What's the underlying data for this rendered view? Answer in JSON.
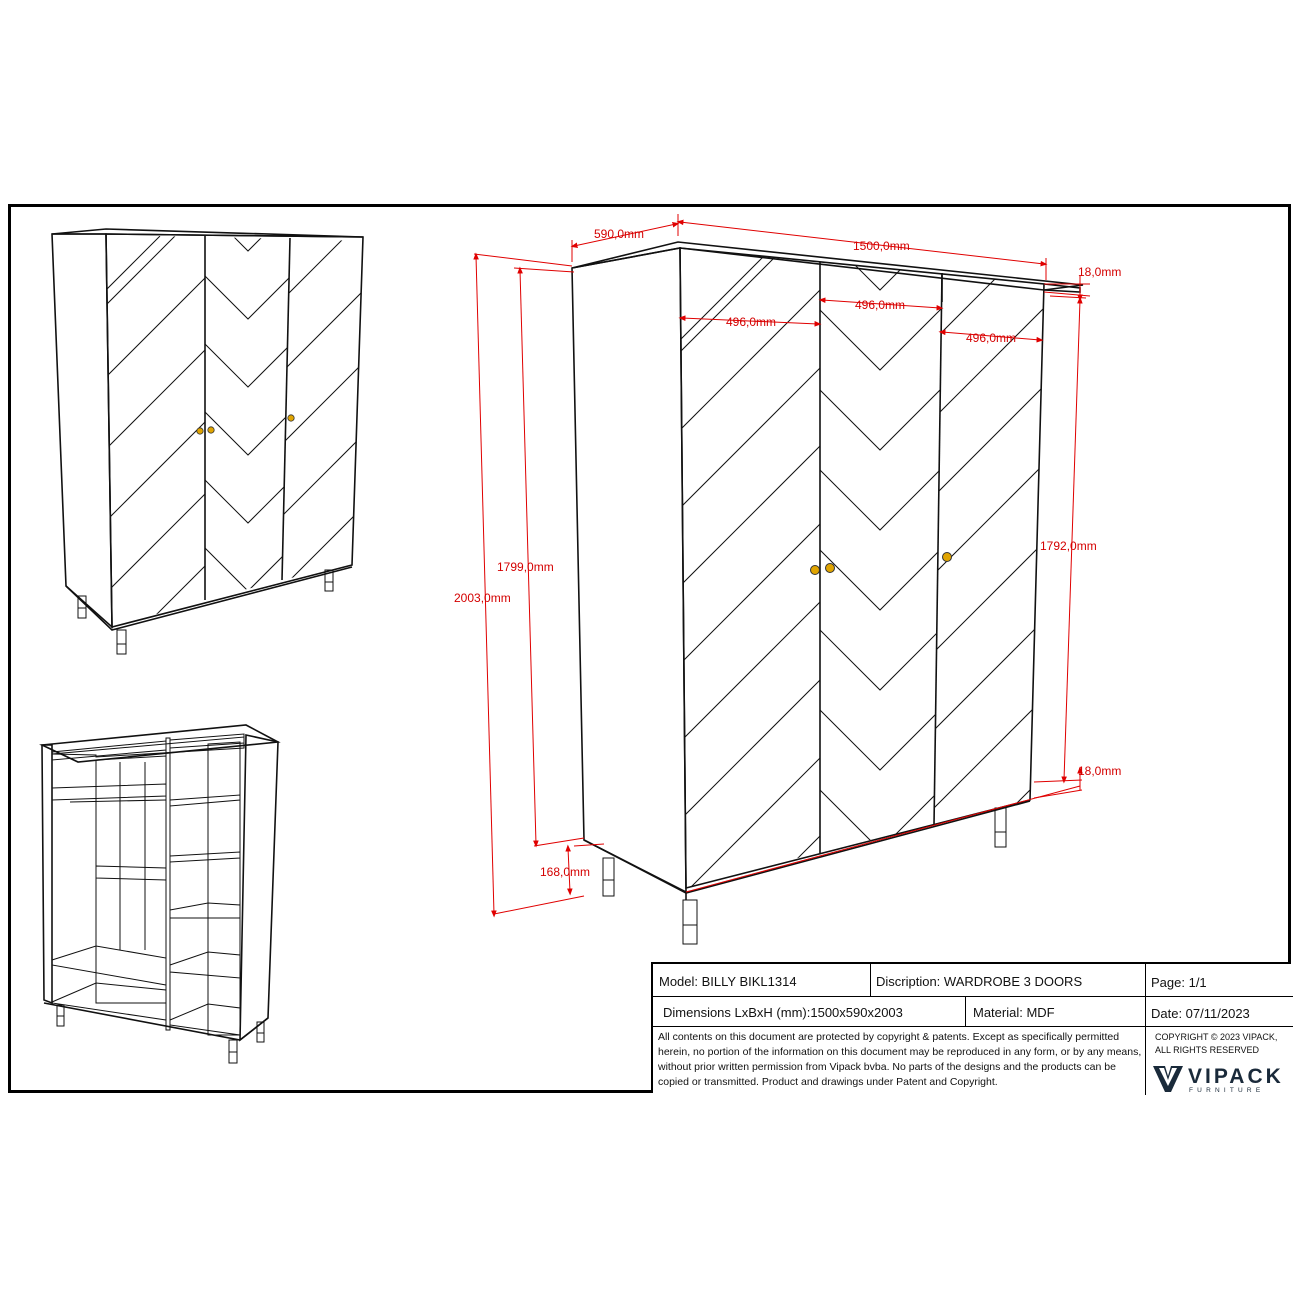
{
  "dimensions": {
    "depth": "590,0mm",
    "width": "1500,0mm",
    "top_panel": "18,0mm",
    "bottom_panel": "18,0mm",
    "door_width_left": "496,0mm",
    "door_width_middle": "496,0mm",
    "door_width_right": "496,0mm",
    "total_height": "2003,0mm",
    "door_height_left": "1799,0mm",
    "door_height_right": "1792,0mm",
    "leg_height": "168,0mm"
  },
  "title_block": {
    "model": "Model: BILLY BIKL1314",
    "description": "Discription: WARDROBE 3 DOORS",
    "page": "Page: 1/1",
    "dimensions": "Dimensions LxBxH (mm):1500x590x2003",
    "material": "Material: MDF",
    "date": "Date: 07/11/2023",
    "legal": "All contents on this document are protected by copyright & patents. Except as specifically permitted herein, no portion of the information on this document may be reproduced in any form, or by any means, without prior written permission from Vipack bvba. No parts of the designs and the products can be copied or transmitted. Product and drawings under Patent and Copyright.",
    "copyright_line1": "COPYRIGHT  © 2023 VIPACK,",
    "copyright_line2": "ALL RIGHTS RESERVED"
  },
  "logo": {
    "name": "VIPACK",
    "tagline": "FURNITURE"
  },
  "colors": {
    "dimension": "#d40000",
    "leg_gold": "#e0a400",
    "side_panel": "#e4e4e4",
    "shelf_dark": "#6b6b6b"
  }
}
